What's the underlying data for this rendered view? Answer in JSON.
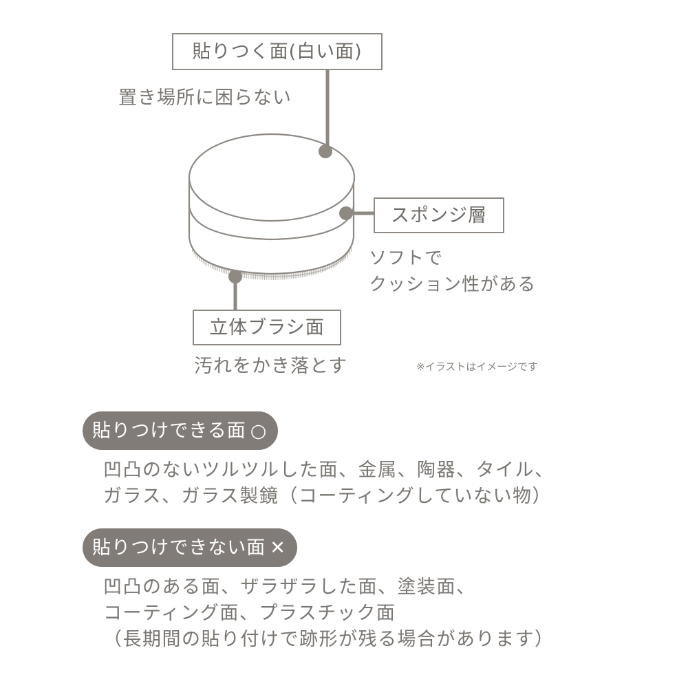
{
  "diagram": {
    "labels": {
      "adhesive_face": "貼りつく面(白い面)",
      "sponge_layer": "スポンジ層",
      "brush_face": "立体ブラシ面"
    },
    "captions": {
      "adhesive_face": "置き場所に困らない",
      "sponge_line1": "ソフトで",
      "sponge_line2": "クッション性がある",
      "brush_face": "汚れをかき落とす"
    },
    "note": "※イラストはイメージです"
  },
  "sections": [
    {
      "heading": "貼りつけできる面",
      "symbol": "○",
      "lines": [
        "凹凸のないツルツルした面、金属、陶器、タイル、",
        "ガラス、ガラス製鏡（コーティングしていない物）"
      ]
    },
    {
      "heading": "貼りつけできない面",
      "symbol": "✕",
      "lines": [
        "凹凸のある面、ザラザラした面、塗装面、",
        "コーティング面、プラスチック面",
        "（長期間の貼り付けで跡形が残る場合があります）"
      ]
    }
  ],
  "colors": {
    "pill_bg": "#817c78",
    "line": "#8e8983",
    "text": "#6f6b67"
  }
}
